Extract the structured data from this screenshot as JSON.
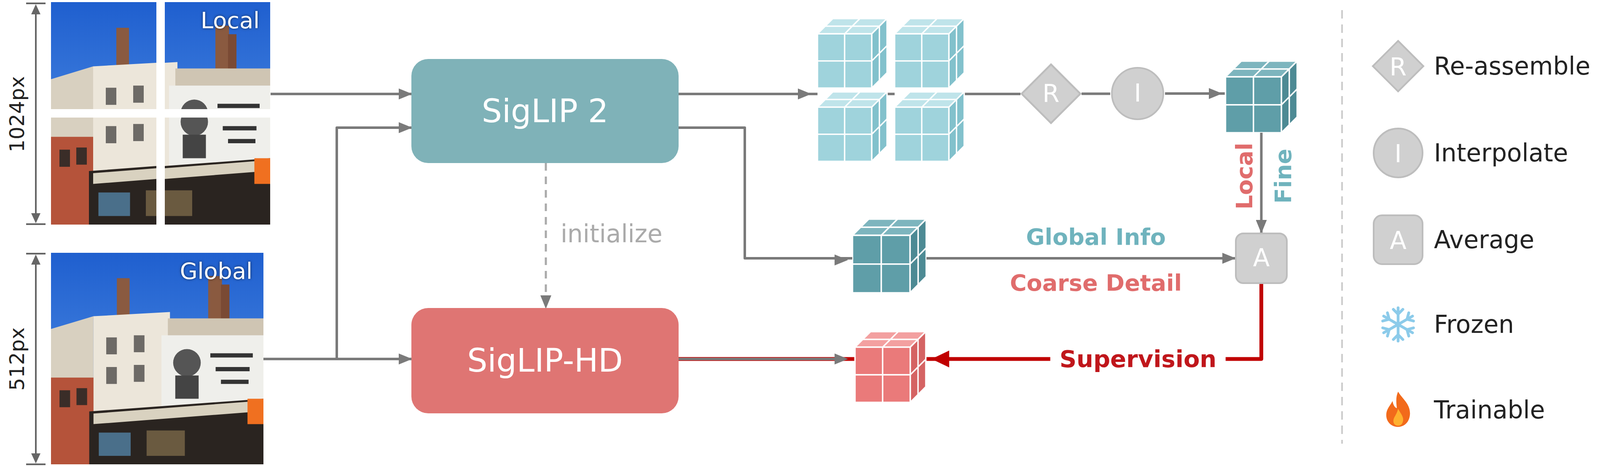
{
  "diagram": {
    "nodes": [
      {
        "text": [
          "Local"
        ]
      },
      {
        "text": [
          "Global"
        ]
      },
      {
        "text": [
          "SigLIP 2"
        ]
      },
      {
        "text": [
          "SigLIP-HD"
        ]
      },
      {
        "text": [
          "R"
        ]
      },
      {
        "text": [
          "I"
        ]
      },
      {
        "text": [
          "A"
        ]
      }
    ],
    "edges": [
      {
        "from": 0,
        "to": 2,
        "arrow": "to"
      },
      {
        "from": 1,
        "to": 2,
        "arrow": "to"
      },
      {
        "from": 1,
        "to": 3,
        "arrow": "to"
      },
      {
        "from": 2,
        "to": 3,
        "label": "initialize",
        "arrow": "to"
      },
      {
        "from": 2,
        "to": 4,
        "arrow": "none"
      },
      {
        "from": 4,
        "to": 5,
        "arrow": "none"
      },
      {
        "from": 5,
        "to": 6,
        "arrow": "to"
      },
      {
        "from": 2,
        "to": 6,
        "arrow": "to"
      },
      {
        "from": 3,
        "to": 6,
        "label": "Supervision",
        "arrow": "none"
      }
    ],
    "labels": [
      "1024px",
      "512px",
      "Local",
      "Fine",
      "Global Info",
      "Coarse Detail",
      "R",
      "I",
      "A"
    ],
    "legend": [
      {
        "text": "Re-assemble"
      },
      {
        "text": "Interpolate"
      },
      {
        "text": "Average"
      },
      {
        "text": "Frozen"
      },
      {
        "text": "Trainable"
      }
    ]
  }
}
